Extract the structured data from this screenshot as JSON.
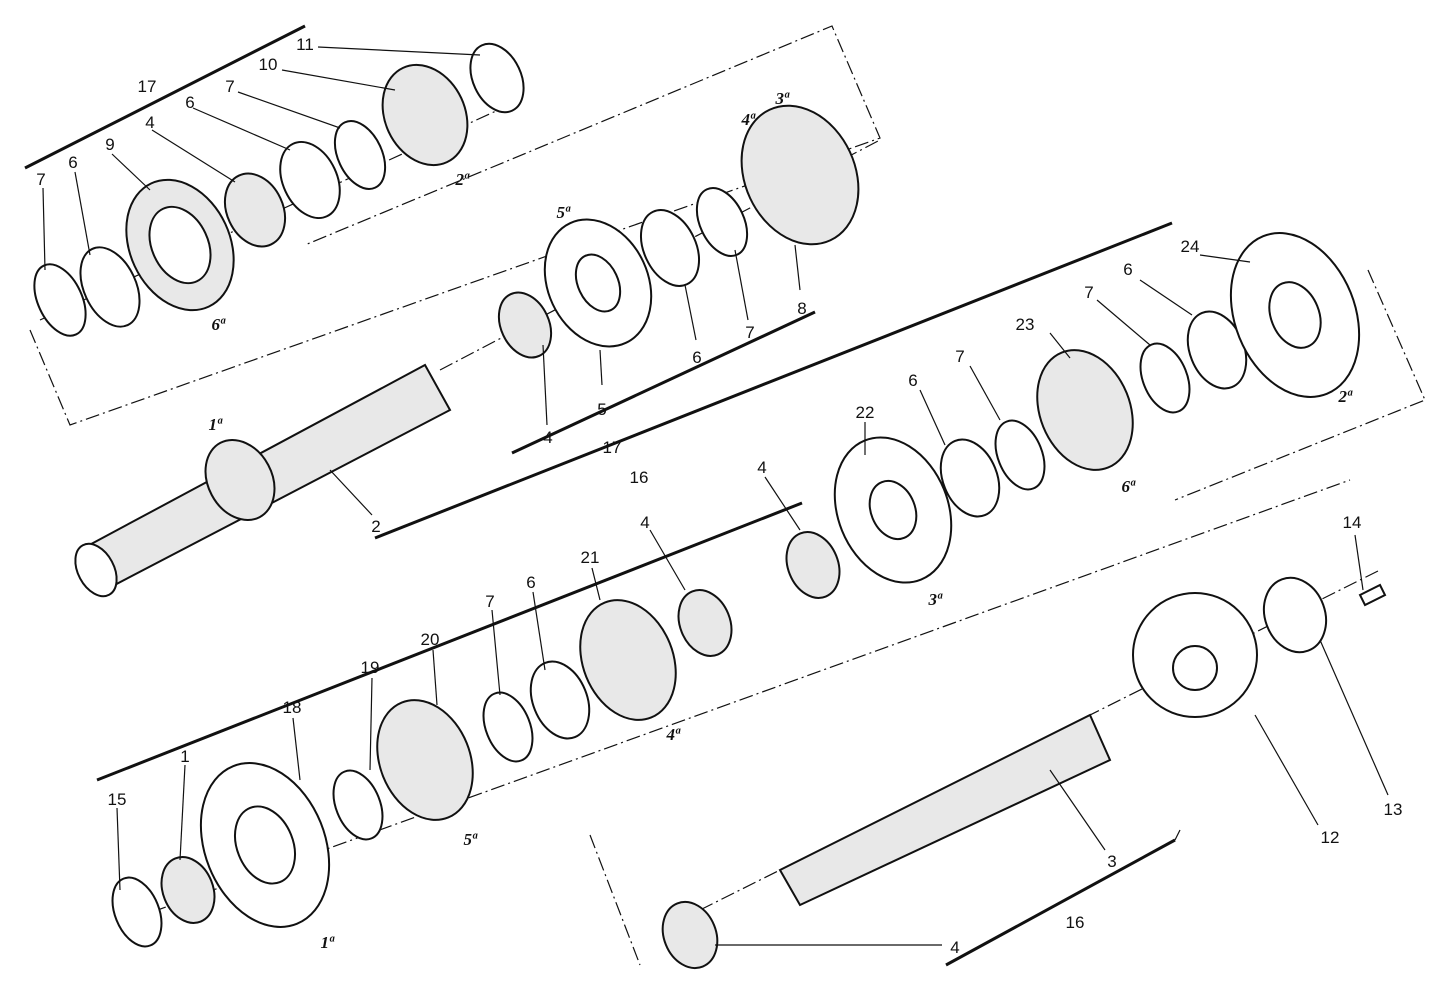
{
  "labels": [
    {
      "text": "11"
    },
    {
      "text": "10"
    },
    {
      "text": "17"
    },
    {
      "text": "7"
    },
    {
      "text": "6"
    },
    {
      "text": "4"
    },
    {
      "text": "9"
    },
    {
      "text": "6"
    },
    {
      "text": "7"
    },
    {
      "text": "2ª"
    },
    {
      "text": "4ª"
    },
    {
      "text": "3ª"
    },
    {
      "text": "5ª"
    },
    {
      "text": "6ª"
    },
    {
      "text": "8"
    },
    {
      "text": "7"
    },
    {
      "text": "6"
    },
    {
      "text": "4"
    },
    {
      "text": "5"
    },
    {
      "text": "17"
    },
    {
      "text": "1ª"
    },
    {
      "text": "2"
    },
    {
      "text": "24"
    },
    {
      "text": "6"
    },
    {
      "text": "7"
    },
    {
      "text": "23"
    },
    {
      "text": "7"
    },
    {
      "text": "6"
    },
    {
      "text": "22"
    },
    {
      "text": "2ª"
    },
    {
      "text": "6ª"
    },
    {
      "text": "16"
    },
    {
      "text": "4"
    },
    {
      "text": "3ª"
    },
    {
      "text": "4"
    },
    {
      "text": "21"
    },
    {
      "text": "6"
    },
    {
      "text": "7"
    },
    {
      "text": "20"
    },
    {
      "text": "19"
    },
    {
      "text": "18"
    },
    {
      "text": "1"
    },
    {
      "text": "15"
    },
    {
      "text": "4ª"
    },
    {
      "text": "5ª"
    },
    {
      "text": "1ª"
    },
    {
      "text": "14"
    },
    {
      "text": "12"
    },
    {
      "text": "13"
    },
    {
      "text": "3"
    },
    {
      "text": "16"
    },
    {
      "text": "4"
    }
  ]
}
